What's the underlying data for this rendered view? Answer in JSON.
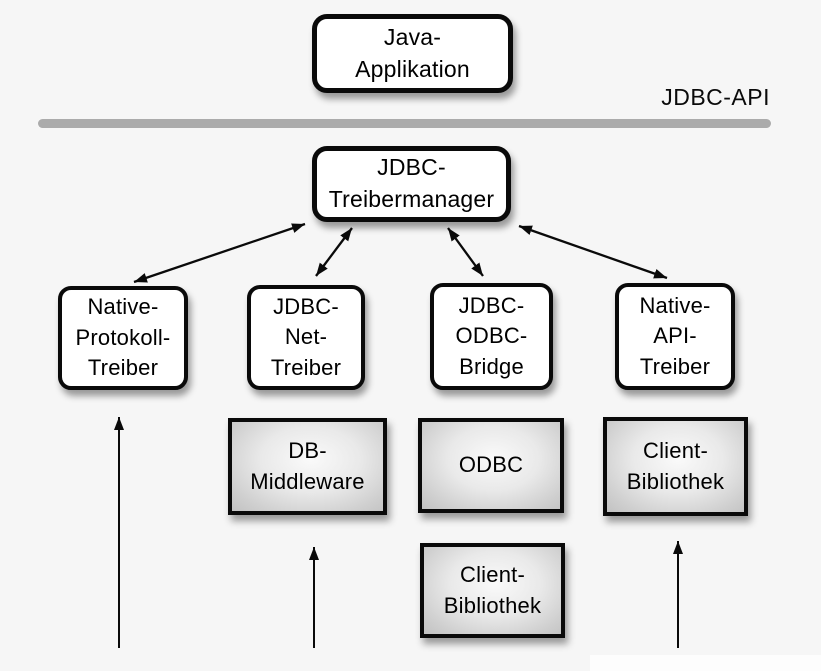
{
  "colors": {
    "background": "#f6f6f6",
    "box_fill": "#ffffff",
    "box_border": "#0a0a0a",
    "gray_box_center": "#fafafa",
    "gray_box_edge": "#c2c2c2",
    "divider": "#ababab",
    "arrow": "#0a0a0a",
    "text": "#000000"
  },
  "api_divider": {
    "label": "JDBC-API"
  },
  "nodes": {
    "java_application": {
      "label": "Java-\nApplikation"
    },
    "jdbc_treibermanager": {
      "label": "JDBC-\nTreibermanager"
    },
    "native_protokoll_treiber": {
      "label": "Native-\nProtokoll-\nTreiber"
    },
    "jdbc_net_treiber": {
      "label": "JDBC-\nNet-\nTreiber"
    },
    "jdbc_odbc_bridge": {
      "label": "JDBC-\nODBC-\nBridge"
    },
    "native_api_treiber": {
      "label": "Native-\nAPI-\nTreiber"
    },
    "db_middleware": {
      "label": "DB-\nMiddleware"
    },
    "odbc": {
      "label": "ODBC"
    },
    "client_bibliothek_odbc": {
      "label": "Client-\nBibliothek"
    },
    "client_bibliothek_native": {
      "label": "Client-\nBibliothek"
    }
  },
  "edges": [
    {
      "from": "jdbc_treibermanager",
      "to": "native_protokoll_treiber",
      "bidirectional": true
    },
    {
      "from": "jdbc_treibermanager",
      "to": "jdbc_net_treiber",
      "bidirectional": true
    },
    {
      "from": "jdbc_treibermanager",
      "to": "jdbc_odbc_bridge",
      "bidirectional": true
    },
    {
      "from": "jdbc_treibermanager",
      "to": "native_api_treiber",
      "bidirectional": true
    },
    {
      "from": "offscreen_bottom",
      "to": "native_protokoll_treiber",
      "bidirectional": false
    },
    {
      "from": "offscreen_bottom",
      "to": "db_middleware",
      "bidirectional": false
    },
    {
      "from": "offscreen_bottom",
      "to": "client_bibliothek_native",
      "bidirectional": false
    }
  ]
}
